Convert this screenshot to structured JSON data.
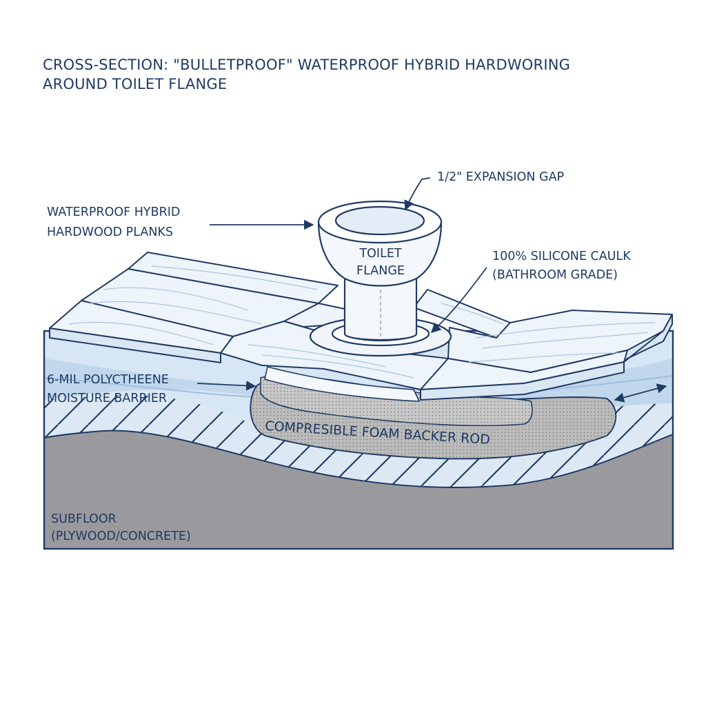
{
  "title": {
    "line1": "CROSS-SECTION: \"BULLETPROOF\" WATERPROOF HYBRID HARDWORING",
    "line2": "AROUND TOILET FLANGE"
  },
  "labels": {
    "planks": {
      "line1": "WATERPROOF HYBRID",
      "line2": "HARDWOOD PLANKS"
    },
    "gap": "1/2\" EXPANSION GAP",
    "flange": {
      "line1": "TOILET",
      "line2": "FLANGE"
    },
    "caulk": {
      "line1": "100% SILICONE CAULK",
      "line2": "(BATHROOM GRADE)"
    },
    "barrier": {
      "line1": "6-MIL POLYCTHEENE",
      "line2": "MOISTURE BARRIER"
    },
    "rod": "COMPRESIBLE FOAM BACKER ROD",
    "subfloor": {
      "line1": "SUBFLOOR",
      "line2": "(PLYWOOD/CONCRETE)"
    }
  },
  "colors": {
    "ink": "#1f3a63",
    "water": "#c9dcef",
    "plank": "#eef4fb",
    "subfloor": "#9a9a9e",
    "foam": "#bcbcbc"
  }
}
